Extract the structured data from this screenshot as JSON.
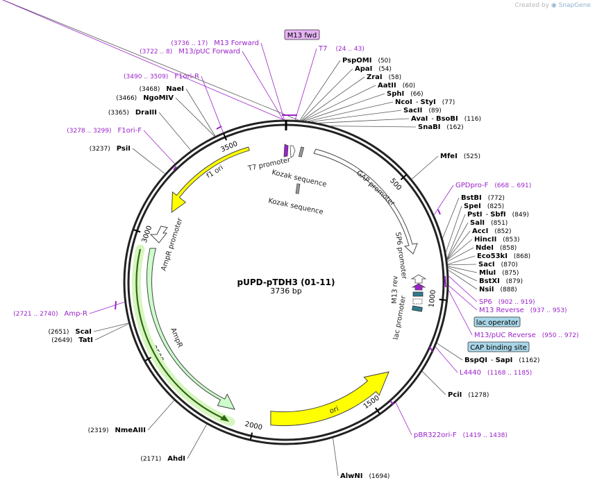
{
  "plasmid": {
    "name": "pUPD-pTDH3 (01-11)",
    "size_label": "3736 bp",
    "total_bp": 3736
  },
  "branding": {
    "created_by": "Created by",
    "app_name": "SnapGene"
  },
  "colors": {
    "enzyme_text": "#000000",
    "primer_purple": "#9a22c9",
    "yellow_feature": "#ffff00",
    "green_feature": "#ccffcc",
    "highlight_green": "#d8f5c0",
    "ori_dark_green": "#2b6a12",
    "lac_box": "#a8d6e8",
    "m13fwd_box": "#e6b3f5"
  },
  "ruler": [
    {
      "bp": 500,
      "label": "500"
    },
    {
      "bp": 1000,
      "label": "1000"
    },
    {
      "bp": 1500,
      "label": "1500"
    },
    {
      "bp": 2000,
      "label": "2000"
    },
    {
      "bp": 2500,
      "label": "2500"
    },
    {
      "bp": 3000,
      "label": "3000"
    },
    {
      "bp": 3500,
      "label": "3500"
    }
  ],
  "enzymes": [
    {
      "name": "PspOMI",
      "pos": "(50)",
      "bp": 50
    },
    {
      "name": "ApaI",
      "pos": "(54)",
      "bp": 54
    },
    {
      "name": "ZraI",
      "pos": "(58)",
      "bp": 58
    },
    {
      "name": "AatII",
      "pos": "(60)",
      "bp": 60
    },
    {
      "name": "SphI",
      "pos": "(66)",
      "bp": 66
    },
    {
      "name": "NcoI",
      "name2": "StyI",
      "pos": "(77)",
      "bp": 77
    },
    {
      "name": "SacII",
      "pos": "(89)",
      "bp": 89
    },
    {
      "name": "AvaI",
      "name2": "BsoBI",
      "pos": "(116)",
      "bp": 116
    },
    {
      "name": "SnaBI",
      "pos": "(162)",
      "bp": 162
    },
    {
      "name": "MfeI",
      "pos": "(525)",
      "bp": 525
    },
    {
      "name": "BstBI",
      "pos": "(772)",
      "bp": 772
    },
    {
      "name": "SpeI",
      "pos": "(825)",
      "bp": 825
    },
    {
      "name": "PstI",
      "name2": "SbfI",
      "pos": "(849)",
      "bp": 849
    },
    {
      "name": "SalI",
      "pos": "(851)",
      "bp": 851
    },
    {
      "name": "AccI",
      "pos": "(852)",
      "bp": 852
    },
    {
      "name": "HincII",
      "pos": "(853)",
      "bp": 853
    },
    {
      "name": "NdeI",
      "pos": "(858)",
      "bp": 858
    },
    {
      "name": "Eco53kI",
      "pos": "(868)",
      "bp": 868
    },
    {
      "name": "SacI",
      "pos": "(870)",
      "bp": 870
    },
    {
      "name": "MluI",
      "pos": "(875)",
      "bp": 875
    },
    {
      "name": "BstXI",
      "pos": "(879)",
      "bp": 879
    },
    {
      "name": "NsiI",
      "pos": "(888)",
      "bp": 888
    },
    {
      "name": "BspQI",
      "name2": "SapI",
      "pos": "(1162)",
      "bp": 1162
    },
    {
      "name": "PciI",
      "pos": "(1278)",
      "bp": 1278
    },
    {
      "name": "AlwNI",
      "pos": "(1694)",
      "bp": 1694
    },
    {
      "name": "AhdI",
      "pos": "(2171)",
      "bp": 2171
    },
    {
      "name": "NmeAIII",
      "pos": "(2319)",
      "bp": 2319
    },
    {
      "name": "TatI",
      "pos": "(2649)",
      "bp": 2649
    },
    {
      "name": "ScaI",
      "pos": "(2651)",
      "bp": 2651
    },
    {
      "name": "PsiI",
      "pos": "(3237)",
      "bp": 3237
    },
    {
      "name": "DraIII",
      "pos": "(3365)",
      "bp": 3365
    },
    {
      "name": "NgoMIV",
      "pos": "(3466)",
      "bp": 3466
    },
    {
      "name": "NaeI",
      "pos": "(3468)",
      "bp": 3468
    }
  ],
  "primers": [
    {
      "name": "M13 Forward",
      "pos": "(3736 .. 17)",
      "bp": 3730
    },
    {
      "name": "M13/pUC Forward",
      "pos": "(3722 .. 8)",
      "bp": 3726
    },
    {
      "name": "T7",
      "pos": "(24 .. 43)",
      "bp": 33
    },
    {
      "name": "F1ori-R",
      "pos": "(3490 .. 3509)",
      "bp": 3500
    },
    {
      "name": "F1ori-F",
      "pos": "(3278 .. 3299)",
      "bp": 3288
    },
    {
      "name": "GPDpro-F",
      "pos": "(668 .. 691)",
      "bp": 680
    },
    {
      "name": "SP6",
      "pos": "(902 .. 919)",
      "bp": 910
    },
    {
      "name": "M13 Reverse",
      "pos": "(937 .. 953)",
      "bp": 945
    },
    {
      "name": "M13/pUC Reverse",
      "pos": "(950 .. 972)",
      "bp": 961
    },
    {
      "name": "L4440",
      "pos": "(1168 .. 1185)",
      "bp": 1176
    },
    {
      "name": "pBR322ori-F",
      "pos": "(1419 .. 1438)",
      "bp": 1428
    },
    {
      "name": "Amp-R",
      "pos": "(2721 .. 2740)",
      "bp": 2730
    }
  ],
  "boxed_labels": {
    "m13_fwd": "M13 fwd",
    "lac_operator": "lac operator",
    "cap_binding_site": "CAP binding site"
  },
  "features": {
    "t7_promoter": "T7 promoter",
    "kozak_1": "Kozak sequence",
    "kozak_2": "Kozak sequence",
    "gap_promoter": "GAP promoter",
    "sp6_promoter": "SP6 promoter",
    "m13_rev": "M13 rev",
    "lac_promoter": "lac promoter",
    "ori": "ori",
    "ampr": "AmpR",
    "ampr_promoter": "AmpR promoter",
    "f1_ori": "f1 ori"
  }
}
